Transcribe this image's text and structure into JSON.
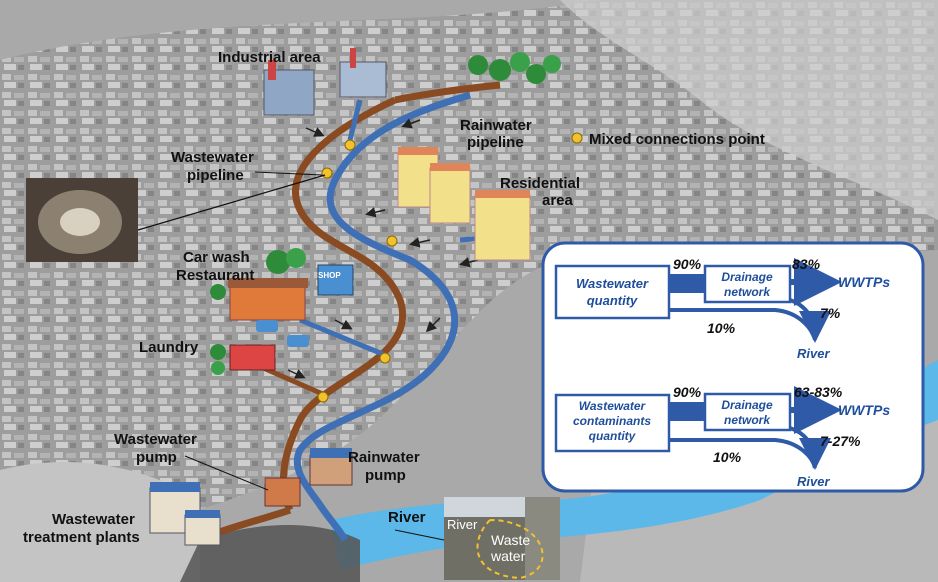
{
  "labels": {
    "industrial_area": "Industrial area",
    "rainwater_pipeline_1": "Rainwater",
    "rainwater_pipeline_2": "pipeline",
    "mixed_connections": "Mixed connections point",
    "wastewater_pipeline_1": "Wastewater",
    "wastewater_pipeline_2": "pipeline",
    "residential_1": "Residential",
    "residential_2": "area",
    "carwash_1": "Car wash",
    "carwash_2": "Restaurant",
    "shop": "SHOP",
    "laundry": "Laundry",
    "wastewater_pump_1": "Wastewater",
    "wastewater_pump_2": "pump",
    "rainwater_pump_1": "Rainwater",
    "rainwater_pump_2": "pump",
    "river": "River",
    "wwtp_1": "Wastewater",
    "wwtp_2": "treatment plants",
    "photo_river": "River",
    "photo_waste_1": "Waste",
    "photo_waste_2": "water"
  },
  "flow_box": {
    "quantity": {
      "source_1": "Wastewater",
      "source_2": "quantity",
      "in_pct": "90%",
      "network_1": "Drainage",
      "network_2": "network",
      "out_pct": "83%",
      "out_dest": "WWTPs",
      "leak_pct": "7%",
      "leak_dest": "River",
      "bypass_pct": "10%"
    },
    "contaminants": {
      "source_1": "Wastewater",
      "source_2": "contaminants",
      "source_3": "quantity",
      "in_pct": "90%",
      "network_1": "Drainage",
      "network_2": "network",
      "out_pct": "63-83%",
      "out_dest": "WWTPs",
      "leak_pct": "7-27%",
      "leak_dest": "River",
      "bypass_pct": "10%"
    }
  },
  "colors": {
    "wastewater_pipe": "#8a4a22",
    "rainwater_pipe": "#3f6fb5",
    "mixed_point": "#f2c12e",
    "river": "#5bb8e8",
    "flow_box_border": "#2f5aa8"
  }
}
